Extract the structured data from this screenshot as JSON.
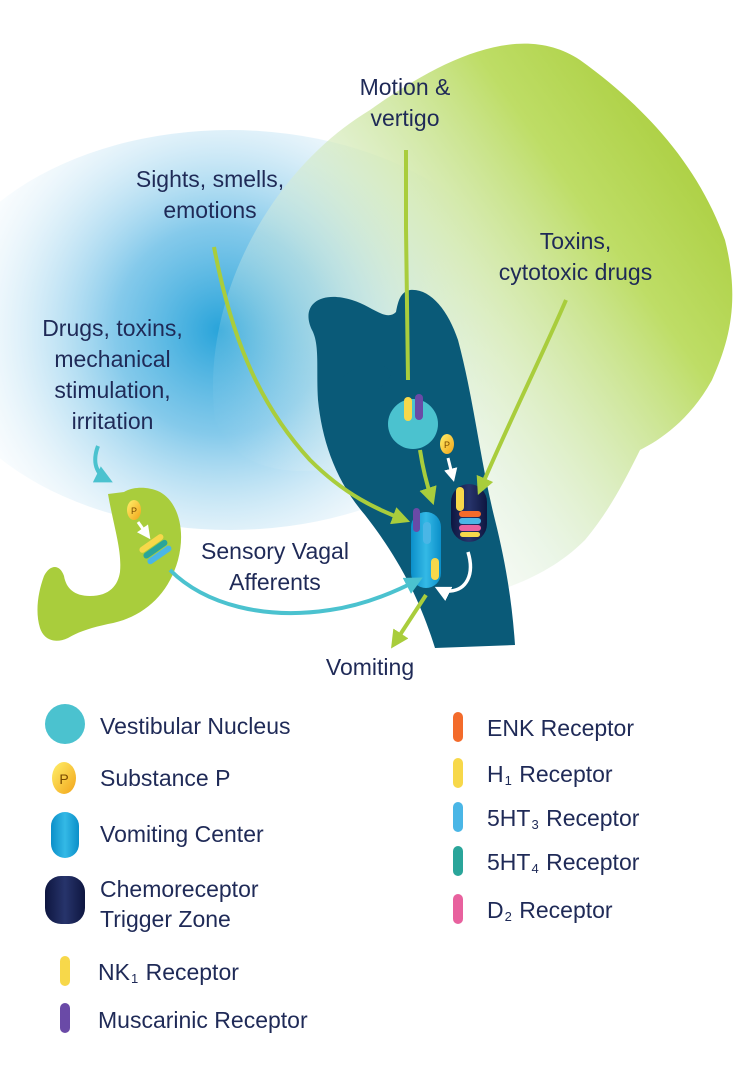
{
  "colors": {
    "lime": "#a9cd3c",
    "teal": "#0a5a78",
    "sky": "#6cc3e6",
    "cyan": "#4bc2cf",
    "navy": "#1b2453",
    "yellow": "#f7d84a",
    "purple": "#6a4aa7",
    "orange": "#f36b2b",
    "blue": "#4ab6e6",
    "green": "#2aa59a",
    "pink": "#e8619e",
    "text": "#1f2a57"
  },
  "labels": {
    "motion_l1": "Motion &",
    "motion_l2": "vertigo",
    "sights_l1": "Sights, smells,",
    "sights_l2": "emotions",
    "toxins_l1": "Toxins,",
    "toxins_l2": "cytotoxic drugs",
    "drugs_l1": "Drugs, toxins,",
    "drugs_l2": "mechanical",
    "drugs_l3": "stimulation,",
    "drugs_l4": "irritation",
    "sensory_l1": "Sensory Vagal",
    "sensory_l2": "Afferents",
    "vomiting": "Vomiting",
    "substance_p_letter": "P"
  },
  "legend": {
    "vestibular": "Vestibular Nucleus",
    "substance_p": "Substance P",
    "substance_p_icon_letter": "P",
    "vomiting_center": "Vomiting Center",
    "ctz_l1": "Chemoreceptor",
    "ctz_l2": "Trigger Zone",
    "nk1_pre": "NK",
    "nk1_sub": "1",
    "nk1_post": " Receptor",
    "muscarinic": "Muscarinic Receptor",
    "enk": "ENK Receptor",
    "h1_pre": "H",
    "h1_sub": "1",
    "h1_post": " Receptor",
    "ht3_pre": "5HT",
    "ht3_sub": "3",
    "ht3_post": " Receptor",
    "ht4_pre": "5HT",
    "ht4_sub": "4",
    "ht4_post": " Receptor",
    "d2_pre": "D",
    "d2_sub": "2",
    "d2_post": " Receptor"
  }
}
